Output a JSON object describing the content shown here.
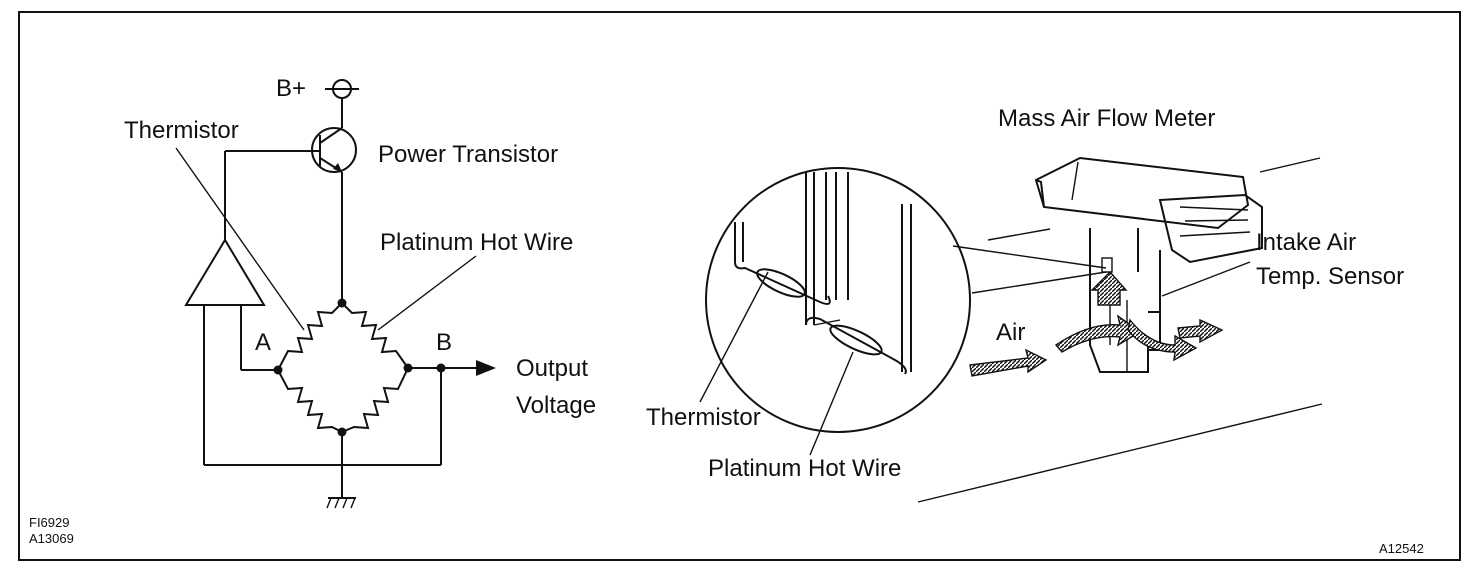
{
  "circuit": {
    "supply_label": "B+",
    "thermistor_label": "Thermistor",
    "transistor_label": "Power Transistor",
    "hotwire_label": "Platinum Hot Wire",
    "node_a_label": "A",
    "node_b_label": "B",
    "output_line1": "Output",
    "output_line2": "Voltage",
    "fig_code1": "FI6929",
    "fig_code2": "A13069"
  },
  "meter": {
    "title": "Mass Air Flow Meter",
    "detail_thermistor_label": "Thermistor",
    "detail_hotwire_label": "Platinum Hot Wire",
    "air_label": "Air",
    "sensor_line1": "Intake Air",
    "sensor_line2": "Temp. Sensor",
    "fig_code": "A12542"
  }
}
